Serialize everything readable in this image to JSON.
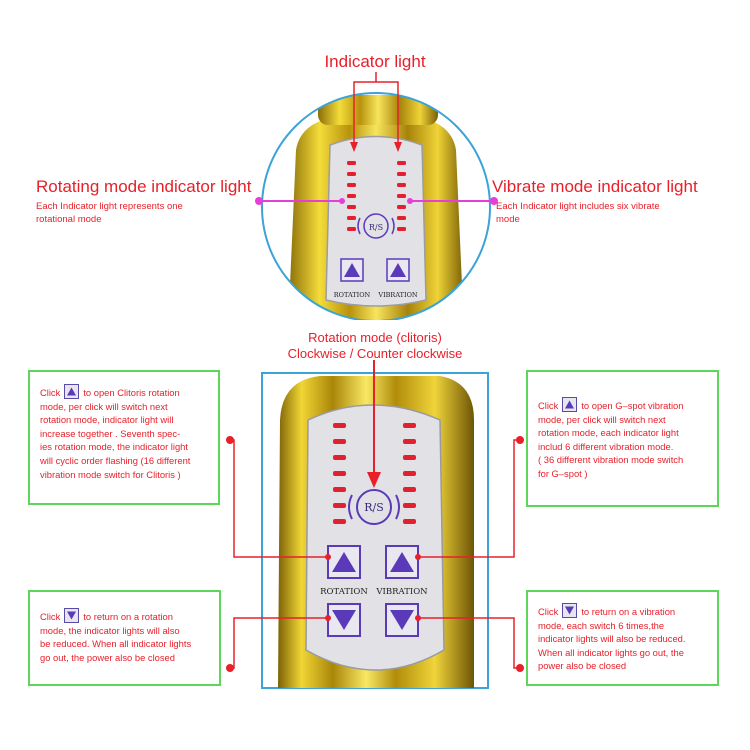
{
  "top": {
    "indicator_title": "Indicator light",
    "rotating_title": "Rotating mode indicator light",
    "rotating_desc_1": "Each Indicator light represents one",
    "rotating_desc_2": "rotational mode",
    "vibrate_title": "Vibrate mode indicator light",
    "vibrate_desc_1": "Each Indicator light includes six vibrate",
    "vibrate_desc_2": "mode",
    "panel_rs": "R/S",
    "panel_rotation": "ROTATION",
    "panel_vibration": "VIBRATION"
  },
  "middle": {
    "title_1": "Rotation mode (clitoris)",
    "title_2": "Clockwise / Counter clockwise",
    "panel_rs": "R/S",
    "panel_rotation": "ROTATION",
    "panel_vibration": "VIBRATION"
  },
  "boxes": {
    "top_left": {
      "pre": "Click",
      "post": "to open Clitoris rotation",
      "lines": [
        "mode, per click will switch next",
        "rotation mode, indicator light will",
        "increase together . Seventh spec-",
        "ies rotation mode, the indicator light",
        "will cyclic order flashing (16 different",
        "vibration mode switch for Clitoris )"
      ]
    },
    "top_right": {
      "pre": "Click",
      "post": "to open G–spot vibration",
      "lines": [
        "mode, per click will switch next",
        "rotation mode, each indicator light",
        "includ 6 different vibration mode.",
        "( 36 different vibration mode switch",
        "for G–spot )"
      ]
    },
    "bottom_left": {
      "pre": "Click",
      "post": "to return on a rotation",
      "lines": [
        "mode, the indicator lights will also",
        "be reduced. When all indicator lights",
        "go out, the power also be closed"
      ]
    },
    "bottom_right": {
      "pre": "Click",
      "post": "to return on a vibration",
      "lines": [
        "mode, each switch 6 times,the",
        "indicator lights will also be reduced.",
        "When all indicator lights go out, the",
        "power also be closed"
      ]
    }
  },
  "colors": {
    "accent_red": "#e8202a",
    "box_green": "#5dd65a",
    "magenta": "#e83ed8",
    "frame_blue": "#3aa3d8",
    "button_purple": "#5a3ab8",
    "gold": "#d4b31e"
  }
}
